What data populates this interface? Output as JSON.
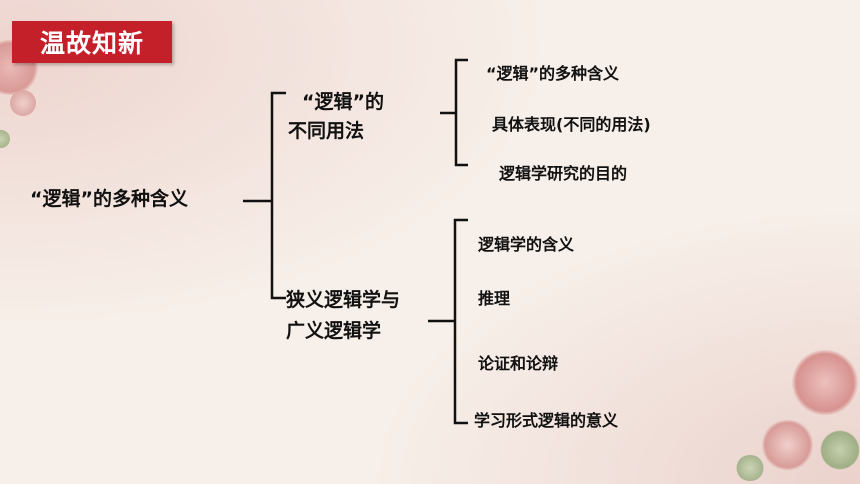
{
  "title": "温故知新",
  "root": "“逻辑”的多种含义",
  "branch1": {
    "line1": "“逻辑”的",
    "line2": "不同用法"
  },
  "branch2": {
    "line1": "狭义逻辑学与",
    "line2": "广义逻辑学"
  },
  "branch1_items": [
    "“逻辑”的多种含义",
    "具体表现(不同的用法)",
    "逻辑学研究的目的"
  ],
  "branch2_items": [
    "逻辑学的含义",
    "推理",
    "论证和论辩",
    "学习形式逻辑的意义"
  ],
  "colors": {
    "title_bg": "#c4202a",
    "line": "#111111"
  }
}
